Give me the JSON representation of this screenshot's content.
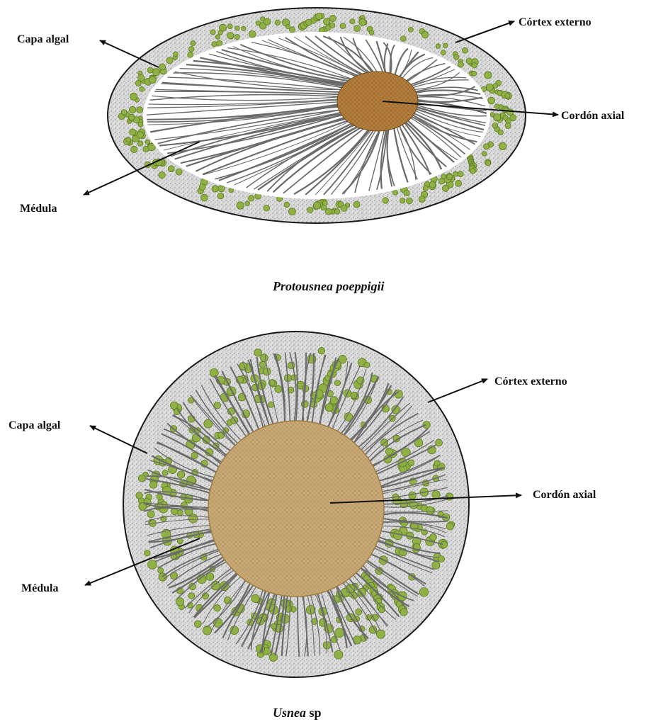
{
  "panels": [
    {
      "species_italic": "Protousnea poeppigii",
      "species_suffix": "",
      "labels": {
        "cortex": "Córtex externo",
        "algal": "Capa algal",
        "axial": "Cordón axial",
        "medulla": "Médula"
      }
    },
    {
      "species_italic": "Usnea",
      "species_suffix": " sp",
      "labels": {
        "cortex": "Córtex externo",
        "algal": "Capa algal",
        "axial": "Cordón axial",
        "medulla": "Médula"
      }
    }
  ],
  "colors": {
    "cortex_fill": "#d6d6d6",
    "algae": "#8fb045",
    "algae_dark": "#5d7a22",
    "hyphae": "#6b6b6b",
    "axial_top": "#b5803f",
    "axial_bottom": "#c8a874",
    "outline": "#1a1a1a"
  }
}
